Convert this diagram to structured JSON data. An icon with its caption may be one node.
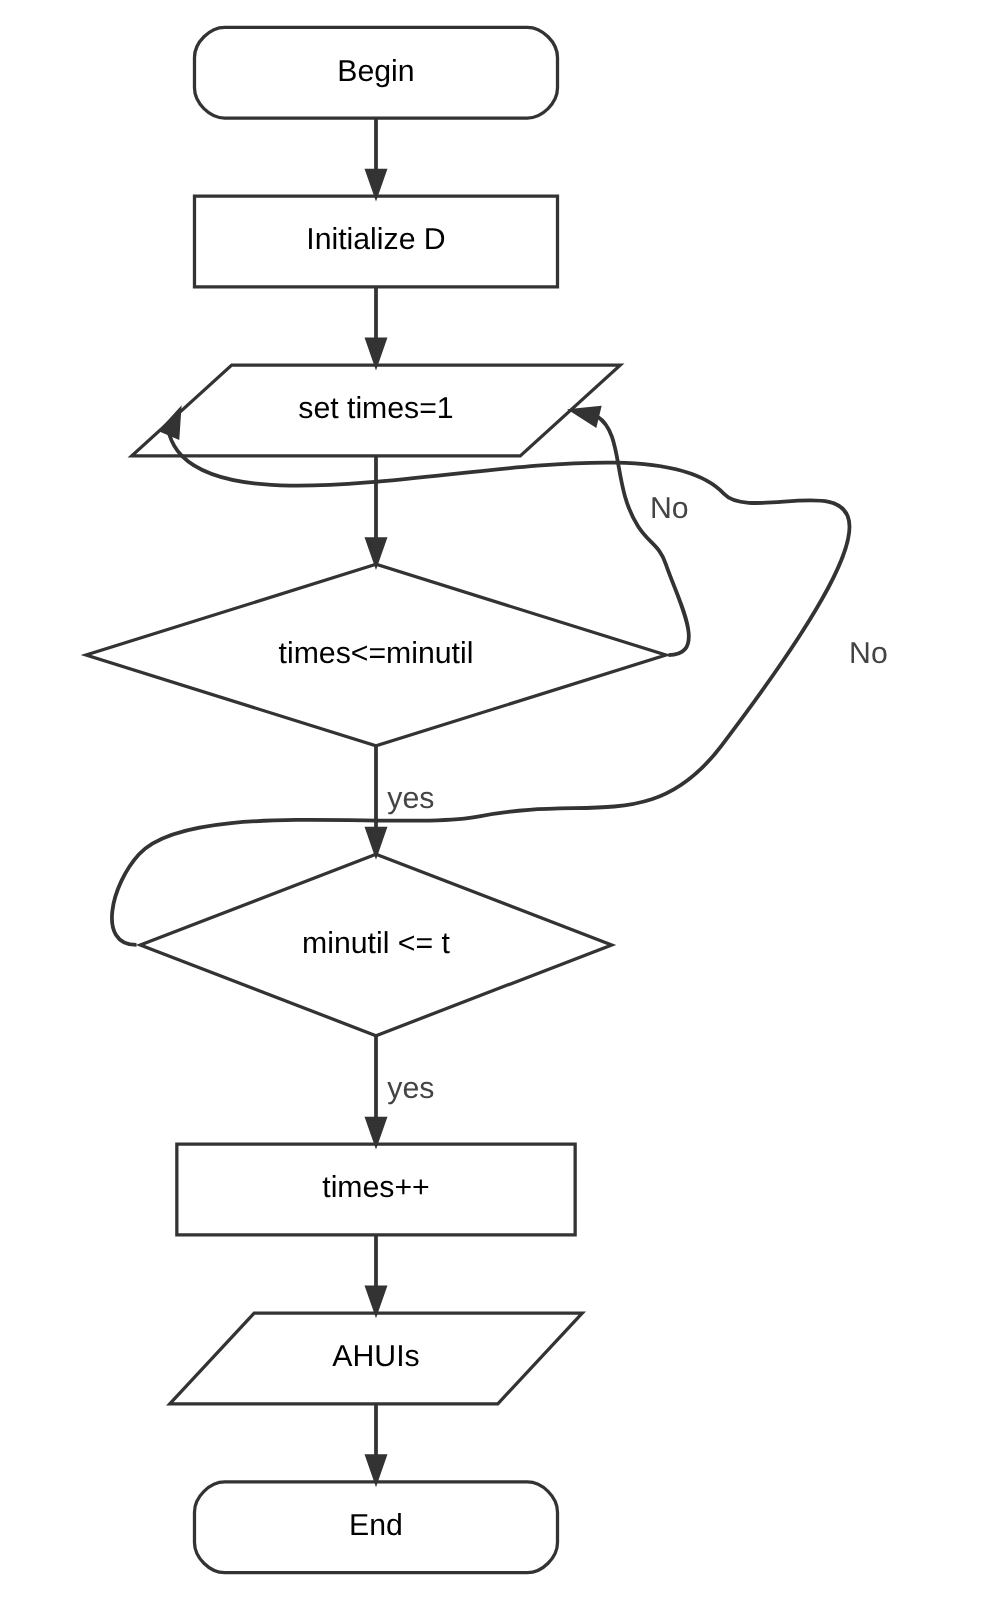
{
  "diagram": {
    "nodes": [
      {
        "text": [
          "Begin"
        ]
      },
      {
        "text": [
          "Initialize D"
        ]
      },
      {
        "text": [
          "set times=1"
        ]
      },
      {
        "text": [
          "times<=minutil"
        ]
      },
      {
        "text": [
          "minutil <= t"
        ]
      },
      {
        "text": [
          "times++"
        ]
      },
      {
        "text": [
          "AHUIs"
        ]
      },
      {
        "text": [
          "End"
        ]
      }
    ],
    "edges": [
      {
        "from": 0,
        "to": 1,
        "arrow": "to"
      },
      {
        "from": 1,
        "to": 2,
        "arrow": "to"
      },
      {
        "from": 2,
        "to": 3,
        "arrow": "to"
      },
      {
        "from": 3,
        "to": 4,
        "arrow": "to",
        "label": "yes"
      },
      {
        "from": 3,
        "to": 2,
        "arrow": "to",
        "label": "No"
      },
      {
        "from": 4,
        "to": 2,
        "arrow": "to",
        "label": "No"
      },
      {
        "from": 4,
        "to": 5,
        "arrow": "to",
        "label": "yes"
      },
      {
        "from": 5,
        "to": 6,
        "arrow": "to"
      },
      {
        "from": 6,
        "to": 7,
        "arrow": "to"
      }
    ]
  }
}
